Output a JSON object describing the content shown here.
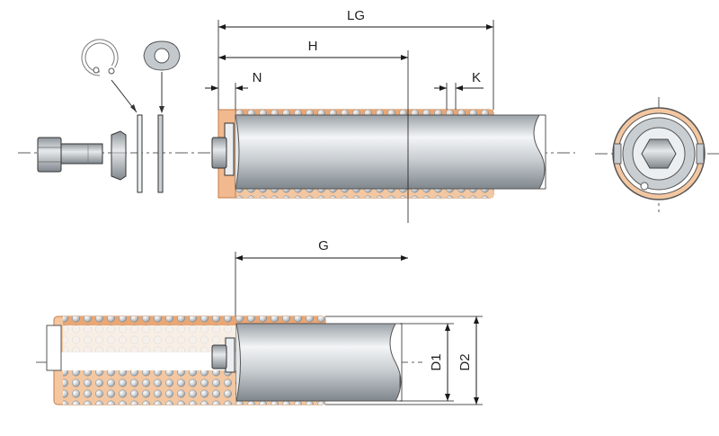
{
  "labels": {
    "LG": "LG",
    "H": "H",
    "N": "N",
    "K": "K",
    "G": "G",
    "D1": "D1",
    "D2": "D2"
  },
  "colors": {
    "cage": "#f2c6a0",
    "cage_dark": "#d89a6a",
    "ball": "#cfd3d6",
    "shaft_light": "#eceff1",
    "shaft_mid": "#b8bec3",
    "shaft_dark": "#8c9399",
    "line": "#1a1a1a"
  },
  "icons": [
    "retaining-ring-icon",
    "washer-icon",
    "bolt-icon",
    "nut-icon",
    "ball-cage-icon",
    "shaft-icon"
  ]
}
